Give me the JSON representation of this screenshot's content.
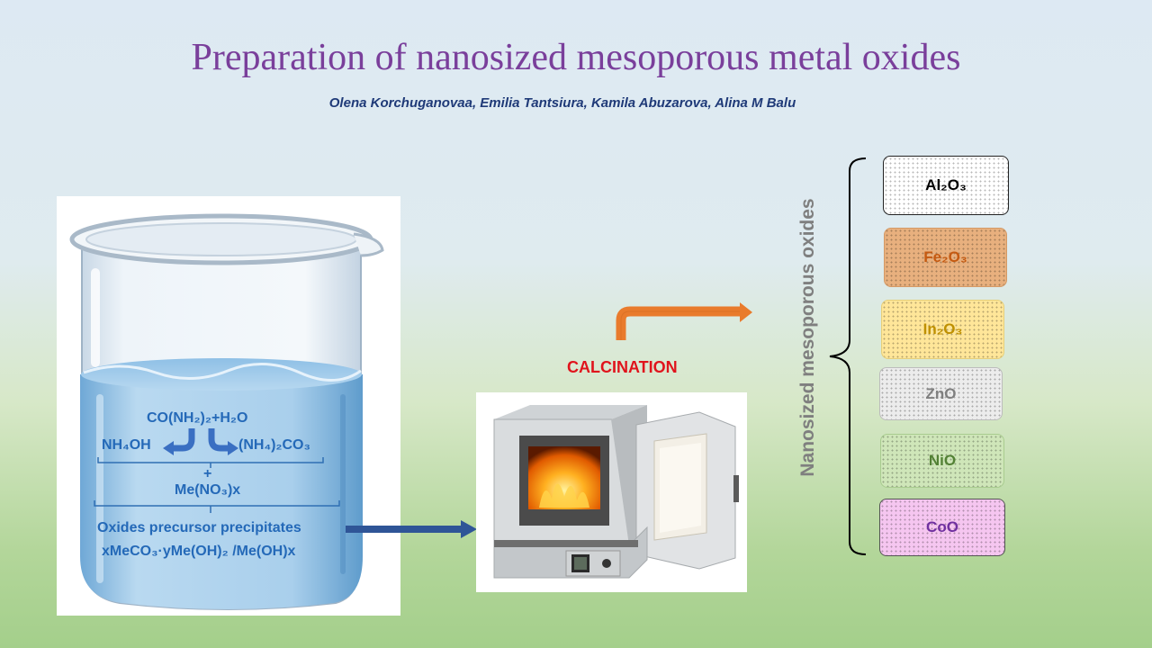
{
  "title": "Preparation of nanosized mesoporous metal oxides",
  "authors": "Olena Korchuganovaa, Emilia Tantsiura, Kamila Abuzarova, Alina M Balu",
  "beaker": {
    "reaction_line1": "CO(NH₂)₂+H₂O",
    "left_product": "NH₄OH",
    "right_product": "(NH₄)₂CO₃",
    "plus": "+",
    "metal_nitrate": "Me(NO₃)x",
    "precipitates_line1": "Oxides precursor precipitates",
    "precipitates_line2": "xMeCO₃·yMe(OH)₂ /Me(OH)x"
  },
  "process": {
    "label": "CALCINATION"
  },
  "oxides_group_label": "Nanosized mesoporous oxides",
  "oxides": [
    {
      "formula": "Al₂O₃",
      "text_color": "#000000",
      "fill": "#ffffff",
      "border": "#222222"
    },
    {
      "formula": "Fe₂O₃",
      "text_color": "#c55a11",
      "fill": "#e8b07e",
      "border": "#d49a66"
    },
    {
      "formula": "In₂O₃",
      "text_color": "#bf9000",
      "fill": "#ffe699",
      "border": "#e6cf7a"
    },
    {
      "formula": "ZnO",
      "text_color": "#7f7f7f",
      "fill": "#ececec",
      "border": "#bcbcbc"
    },
    {
      "formula": "NiO",
      "text_color": "#538135",
      "fill": "#cfe6b9",
      "border": "#a9cc8f"
    },
    {
      "formula": "CoO",
      "text_color": "#7030a0",
      "fill": "#f5c6f0",
      "border": "#555555"
    }
  ],
  "colors": {
    "title": "#7a3f9b",
    "authors": "#1f3a78",
    "beaker_text": "#2469b8",
    "calcination": "#e0141c",
    "arrow_orange": "#e97b2c",
    "arrow_blue": "#2f5597"
  }
}
